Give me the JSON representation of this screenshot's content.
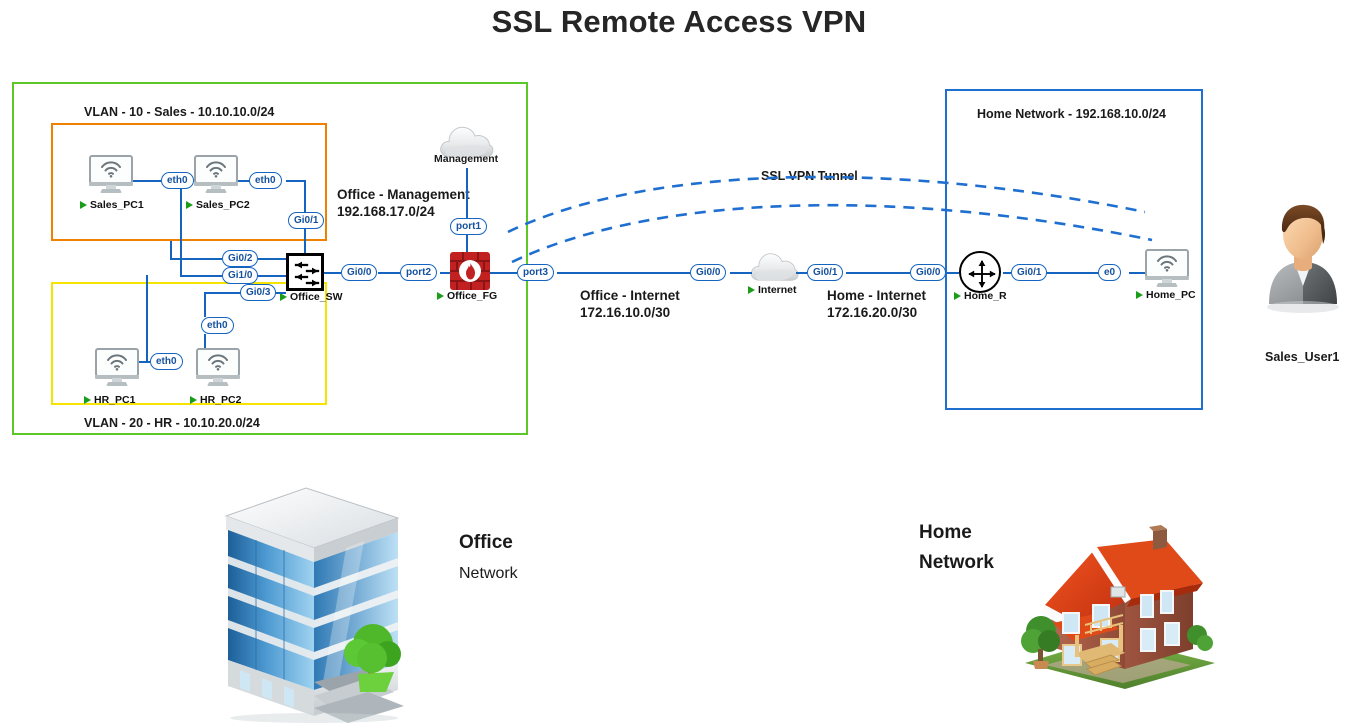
{
  "title": "SSL Remote Access VPN",
  "zones": {
    "office_boundary": {
      "color": "#5cc828"
    },
    "sales_vlan": {
      "label": "VLAN - 10 - Sales - 10.10.10.0/24",
      "color": "#f08000"
    },
    "hr_vlan": {
      "label": "VLAN - 20 - HR - 10.10.20.0/24",
      "color": "#f5e400"
    },
    "home_network": {
      "label": "Home Network - 192.168.10.0/24",
      "color": "#1f6fd0"
    }
  },
  "networks": {
    "office_management": {
      "line1": "Office - Management",
      "line2": "192.168.17.0/24"
    },
    "office_internet": {
      "line1": "Office - Internet",
      "line2": "172.16.10.0/30"
    },
    "home_internet": {
      "line1": "Home - Internet",
      "line2": "172.16.20.0/30"
    }
  },
  "tunnel": {
    "label": "SSL VPN Tunnel",
    "color": "#1f6fd0"
  },
  "devices": {
    "sales_pc1": {
      "name": "Sales_PC1",
      "icon": "desktop-pc-icon"
    },
    "sales_pc2": {
      "name": "Sales_PC2",
      "icon": "desktop-pc-icon"
    },
    "hr_pc1": {
      "name": "HR_PC1",
      "icon": "desktop-pc-icon"
    },
    "hr_pc2": {
      "name": "HR_PC2",
      "icon": "desktop-pc-icon"
    },
    "office_sw": {
      "name": "Office_SW",
      "icon": "switch-icon"
    },
    "office_fg": {
      "name": "Office_FG",
      "icon": "firewall-icon"
    },
    "management": {
      "name": "Management",
      "icon": "cloud-icon"
    },
    "internet": {
      "name": "Internet",
      "icon": "cloud-icon"
    },
    "home_r": {
      "name": "Home_R",
      "icon": "router-icon"
    },
    "home_pc": {
      "name": "Home_PC",
      "icon": "desktop-pc-icon"
    },
    "sales_user1": {
      "name": "Sales_User1",
      "icon": "user-avatar-icon"
    }
  },
  "ports": {
    "sales_pc1_eth0": "eth0",
    "sales_pc2_eth0": "eth0",
    "hr_pc1_eth0": "eth0",
    "hr_pc2_eth0": "eth0",
    "sw_gi01": "Gi0/1",
    "sw_gi02": "Gi0/2",
    "sw_gi10": "Gi1/0",
    "sw_gi03": "Gi0/3",
    "sw_gi00": "Gi0/0",
    "fg_port1": "port1",
    "fg_port2": "port2",
    "fg_port3": "port3",
    "inet_gi00": "Gi0/0",
    "inet_gi01": "Gi0/1",
    "home_r_gi00": "Gi0/0",
    "home_r_gi01": "Gi0/1",
    "home_pc_e0": "e0"
  },
  "footer": {
    "office": {
      "line1": "Office",
      "line2": "Network",
      "icon": "office-building-image"
    },
    "home": {
      "line1": "Home",
      "line2": "Network",
      "icon": "house-image"
    }
  }
}
